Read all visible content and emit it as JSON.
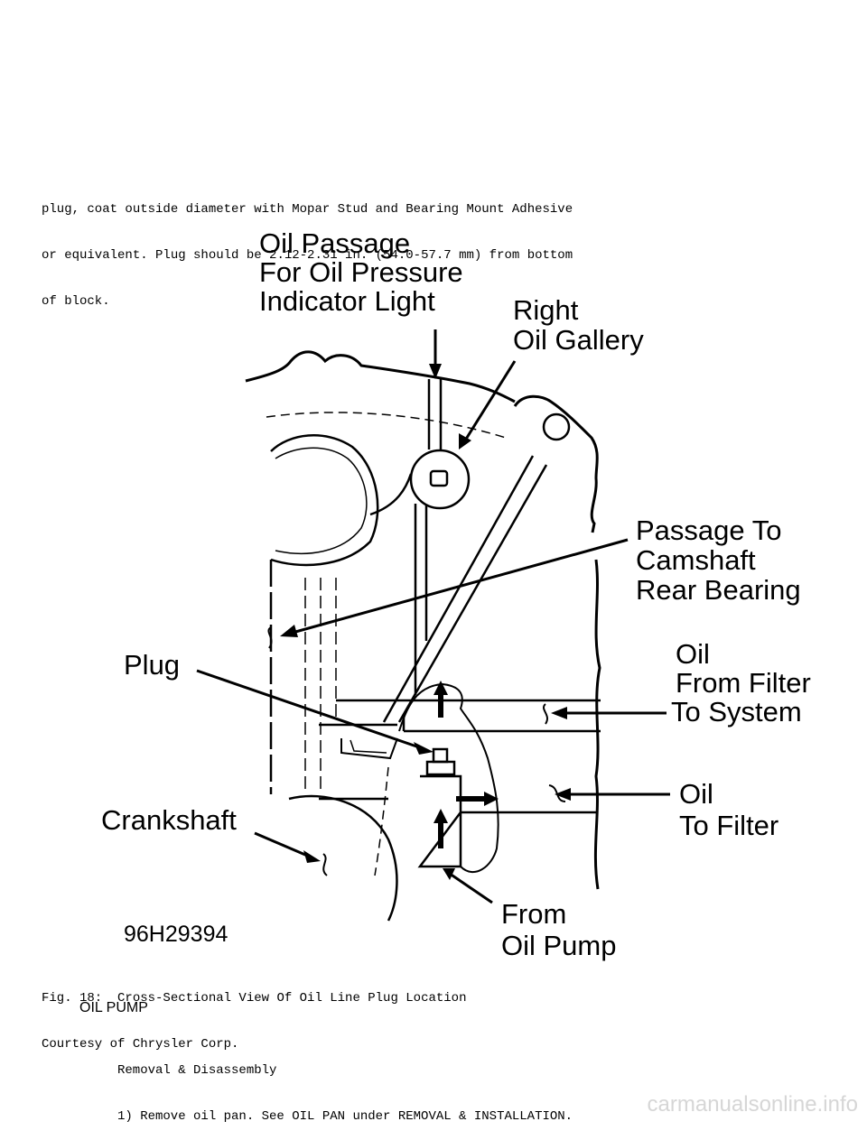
{
  "intro": {
    "lines": [
      "plug, coat outside diameter with Mopar Stud and Bearing Mount Adhesive",
      "or equivalent. Plug should be 2.12-2.31 in. (54.0-57.7 mm) from bottom",
      "of block."
    ]
  },
  "figure": {
    "labels": {
      "oil_passage": [
        "Oil Passage",
        "For Oil Pressure",
        "Indicator Light"
      ],
      "right_gallery": [
        "Right",
        "Oil Gallery"
      ],
      "passage_camshaft": [
        "Passage To",
        "Camshaft",
        "Rear Bearing"
      ],
      "plug": "Plug",
      "oil_from_filter": [
        "Oil",
        "From Filter",
        "To System"
      ],
      "crankshaft": "Crankshaft",
      "oil_to_filter": [
        "Oil",
        "To Filter"
      ],
      "from_pump": [
        "From",
        "Oil Pump"
      ],
      "figure_code": "96H29394"
    }
  },
  "caption": {
    "lines": [
      "Fig. 18:  Cross-Sectional View Of Oil Line Plug Location",
      "Courtesy of Chrysler Corp."
    ]
  },
  "section": {
    "title": "OIL PUMP",
    "lines": [
      "Removal & Disassembly",
      "1) Remove oil pan. See OIL PAN under REMOVAL & INSTALLATION."
    ]
  },
  "watermark": "carmanualsonline.info"
}
